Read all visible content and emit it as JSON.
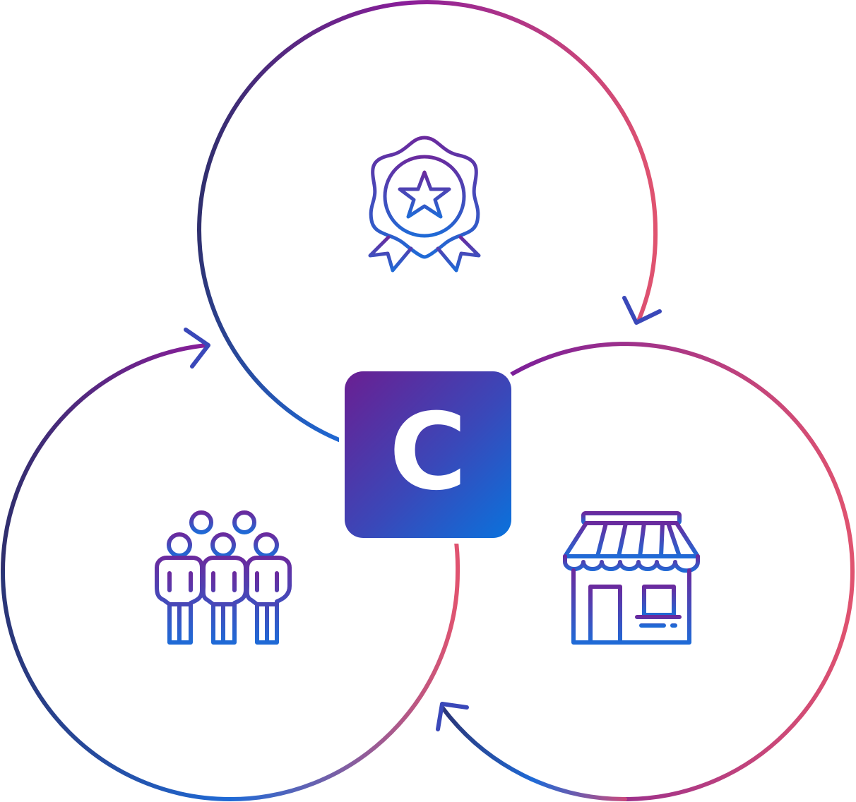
{
  "logo": {
    "letter": "C",
    "gradient": [
      "#6a1f92",
      "#3a48b9",
      "#0a72dc"
    ]
  },
  "nodes": [
    {
      "name": "badge",
      "icon": "award-badge-icon"
    },
    {
      "name": "store",
      "icon": "storefront-icon"
    },
    {
      "name": "people",
      "icon": "people-group-icon"
    }
  ],
  "colors": {
    "purple": "#7a1e9a",
    "pink": "#e0536f",
    "blue": "#1f6ad6",
    "navy": "#2a3577"
  }
}
